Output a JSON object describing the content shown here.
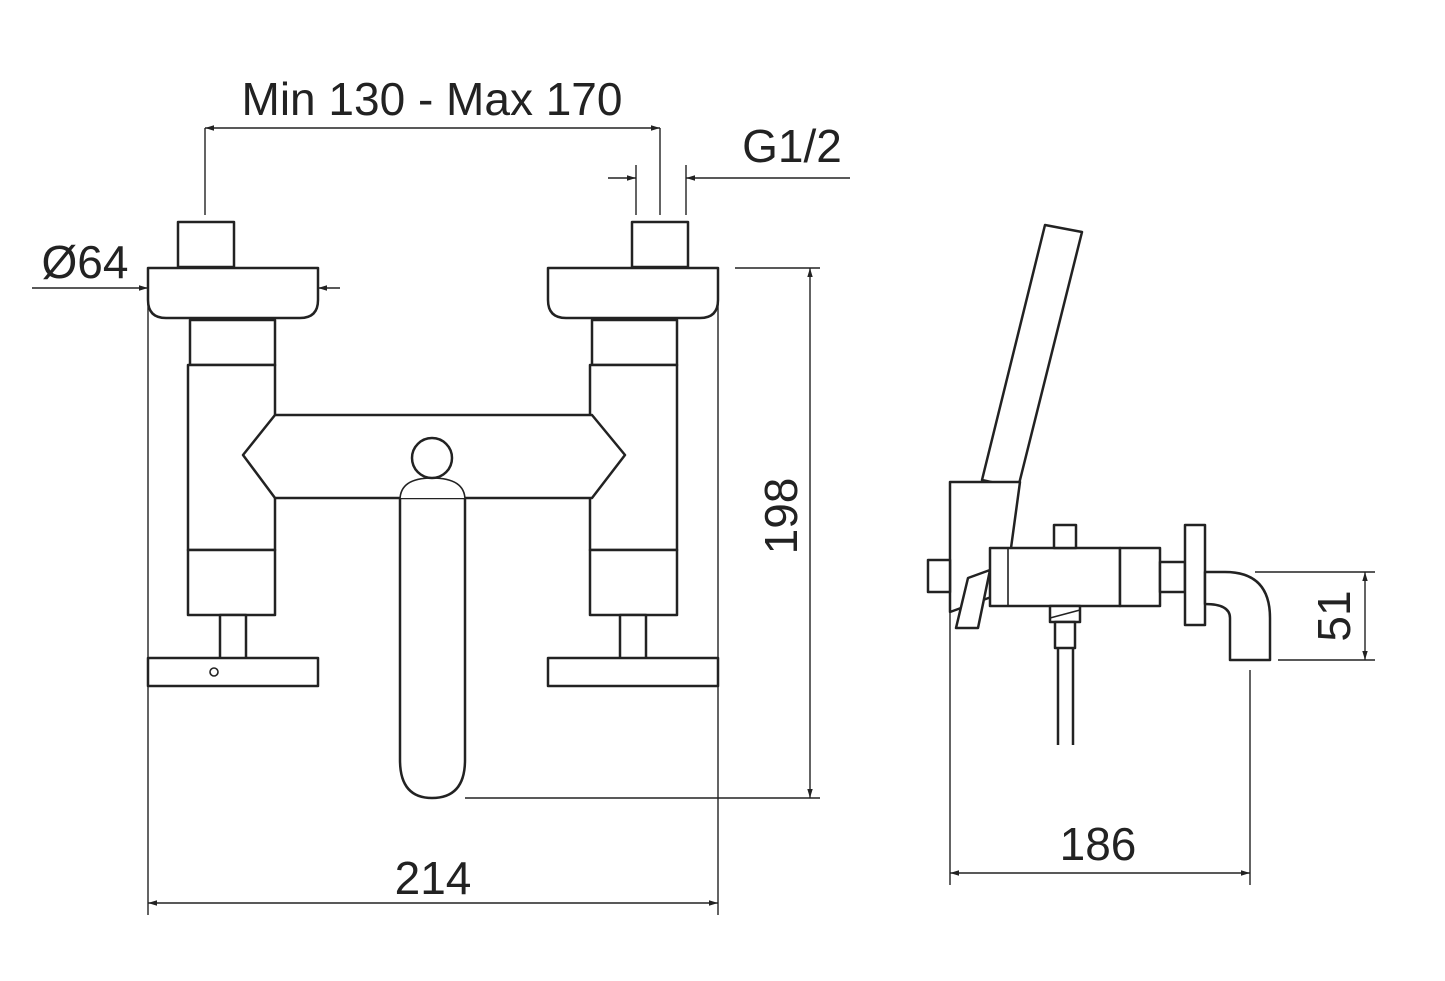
{
  "dimensions": {
    "spacing": "Min 130 - Max 170",
    "connection": "G1/2",
    "handle_diameter": "Ø64",
    "height": "198",
    "width": "214",
    "depth": "186",
    "spout_height": "51"
  },
  "colors": {
    "line": "#222222",
    "background": "#ffffff"
  }
}
